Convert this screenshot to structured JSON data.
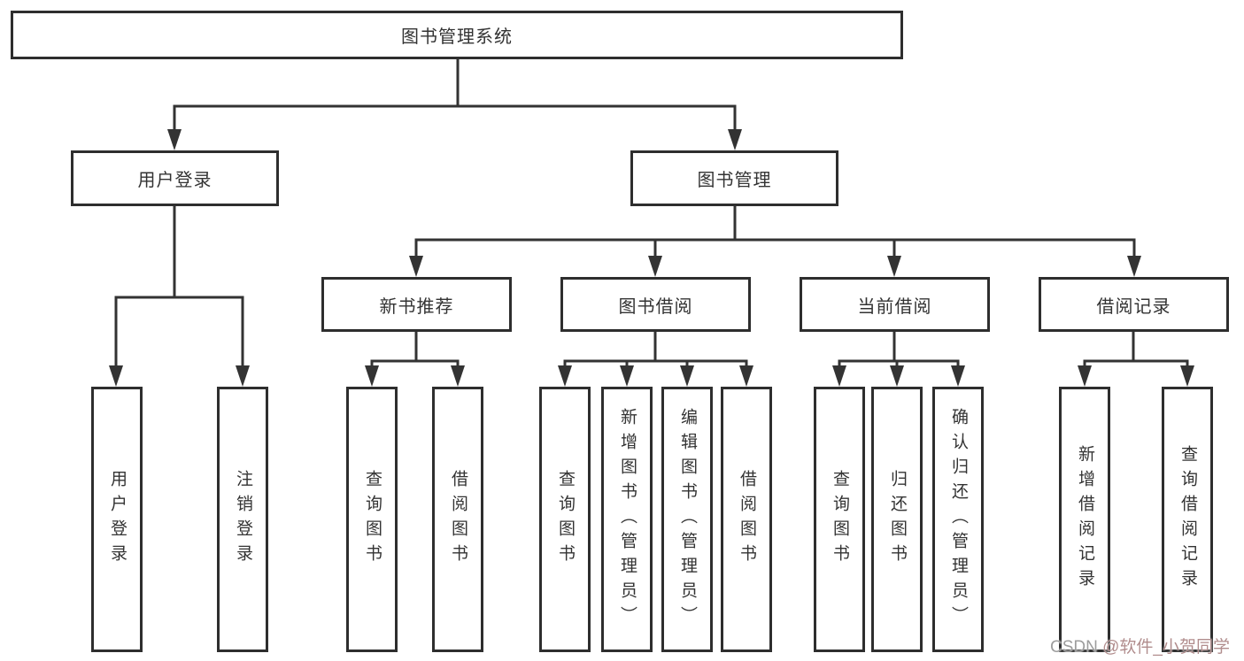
{
  "diagram": {
    "title": "图书管理系统",
    "nodes": {
      "root": {
        "label": "图书管理系统"
      },
      "level2": [
        {
          "label": "用户登录"
        },
        {
          "label": "图书管理"
        }
      ],
      "level3": [
        {
          "label": "新书推荐"
        },
        {
          "label": "图书借阅"
        },
        {
          "label": "当前借阅"
        },
        {
          "label": "借阅记录"
        }
      ],
      "leaves": [
        {
          "label": "用户登录"
        },
        {
          "label": "注销登录"
        },
        {
          "label": "查询图书"
        },
        {
          "label": "借阅图书"
        },
        {
          "label": "查询图书"
        },
        {
          "label": "新增图书（管理员）"
        },
        {
          "label": "编辑图书（管理员）"
        },
        {
          "label": "借阅图书"
        },
        {
          "label": "查询图书"
        },
        {
          "label": "归还图书"
        },
        {
          "label": "确认归还（管理员）"
        },
        {
          "label": "新增借阅记录"
        },
        {
          "label": "查询借阅记录"
        }
      ]
    },
    "colors": {
      "line": "#333333",
      "text": "#333333",
      "background": "#ffffff",
      "watermark_prefix": "#9d9d9d",
      "watermark_handle": "#b18d8d"
    }
  },
  "watermark": {
    "prefix": "CSDN ",
    "handle": "@软件_小贺同学"
  }
}
